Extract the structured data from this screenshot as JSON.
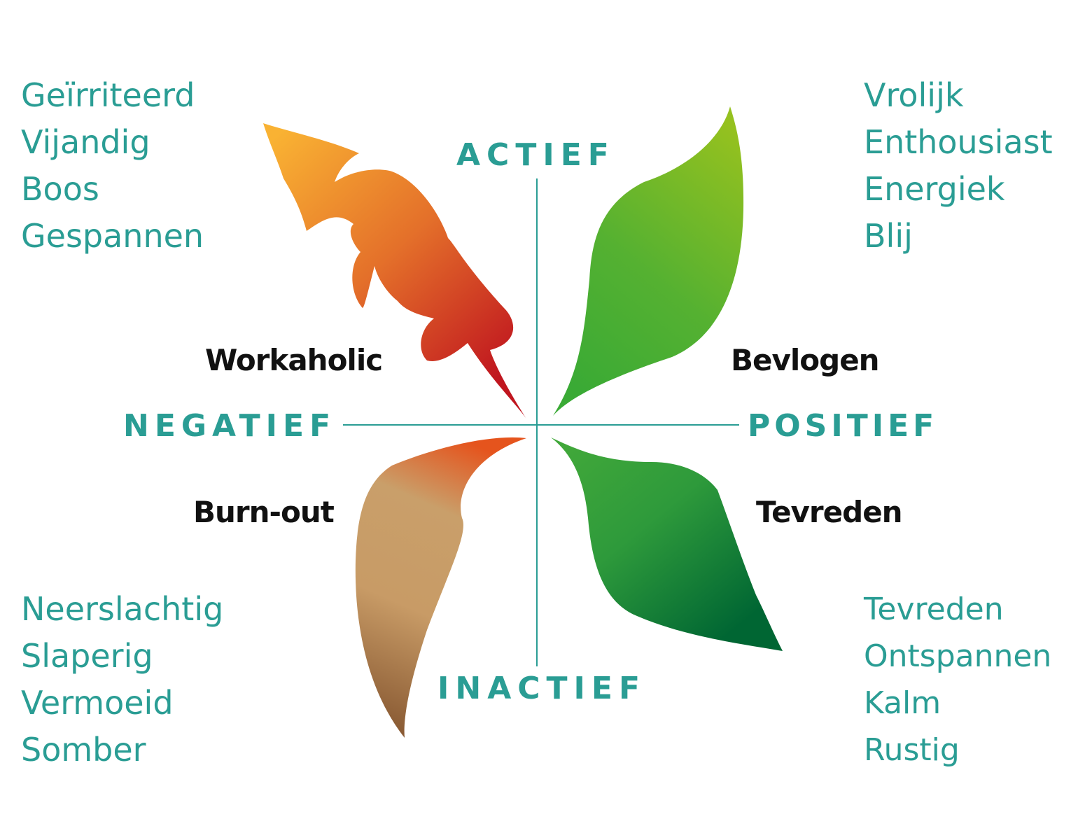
{
  "axes": {
    "top": "ACTIEF",
    "bottom": "INACTIEF",
    "left": "NEGATIEF",
    "right": "POSITIEF"
  },
  "quadrants": {
    "top_left": {
      "label": "Workaholic",
      "words": [
        "Geïrriteerd",
        "Vijandig",
        "Boos",
        "Gespannen"
      ]
    },
    "top_right": {
      "label": "Bevlogen",
      "words": [
        "Vrolijk",
        "Enthousiast",
        "Energiek",
        "Blij"
      ]
    },
    "bottom_left": {
      "label": "Burn-out",
      "words": [
        "Neerslachtig",
        "Slaperig",
        "Vermoeid",
        "Somber"
      ]
    },
    "bottom_right": {
      "label": "Tevreden",
      "words": [
        "Tevreden",
        "Ontspannen",
        "Kalm",
        "Rustig"
      ]
    }
  },
  "colors": {
    "teal": "#2a9d94",
    "text_dark": "#111111",
    "workaholic_leaf": [
      "#f9b233",
      "#e4702a",
      "#c0161f"
    ],
    "bevlogen_leaf": [
      "#95c11f",
      "#3aaa35"
    ],
    "burnout_leaf": [
      "#e5541d",
      "#c99f6a",
      "#8a5b34"
    ],
    "tevreden_leaf": [
      "#41a83a",
      "#006633"
    ]
  },
  "icons": {
    "top_left": "oak-leaf-icon",
    "top_right": "leaf-icon",
    "bottom_left": "withered-leaf-icon",
    "bottom_right": "leaf-icon"
  }
}
